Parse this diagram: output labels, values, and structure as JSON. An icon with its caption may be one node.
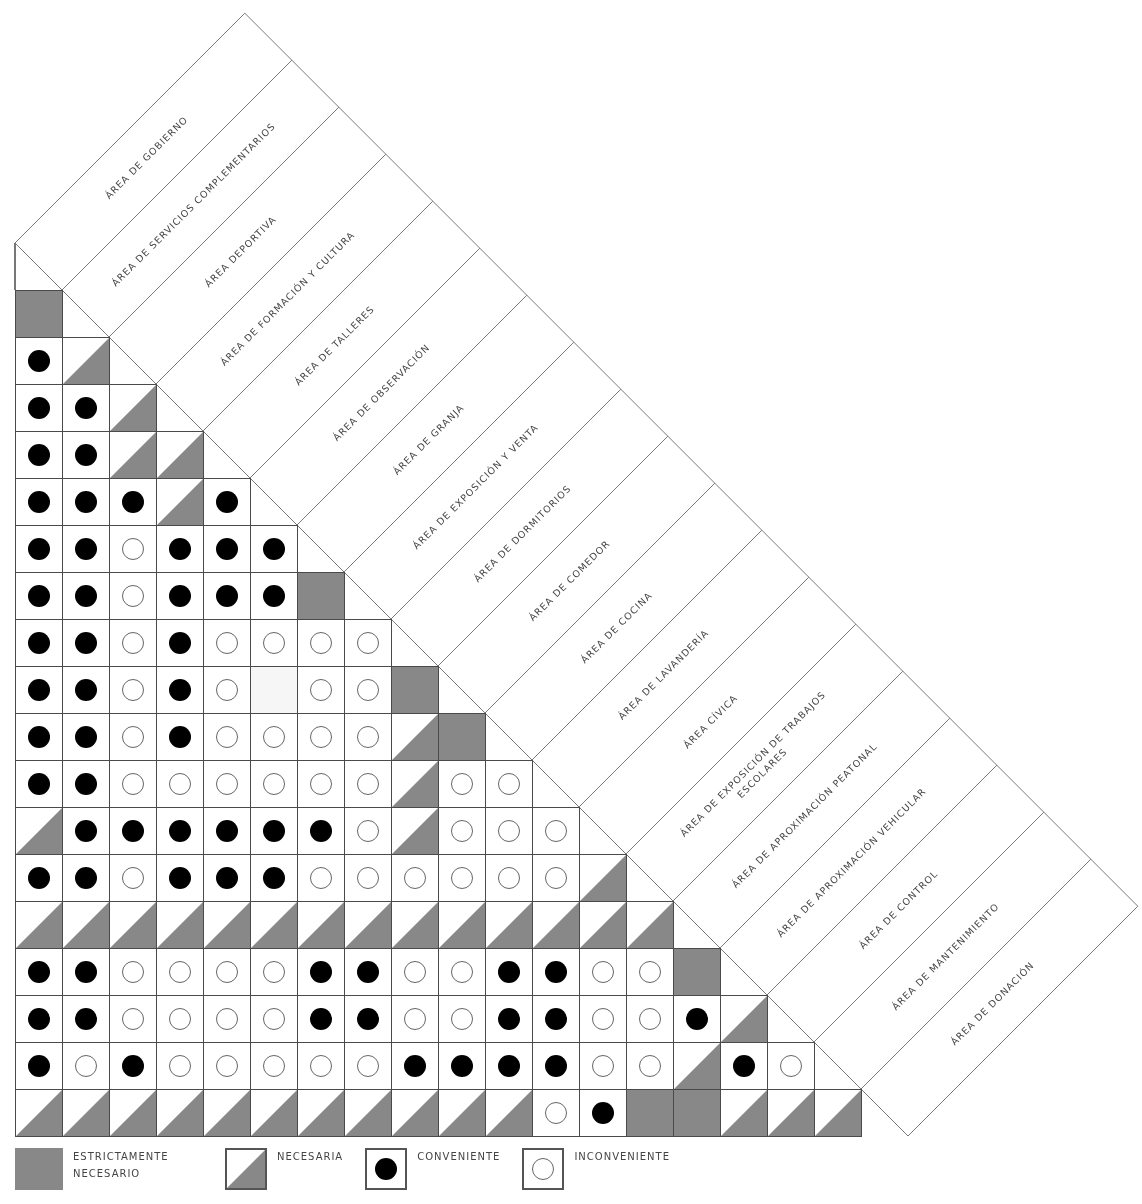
{
  "diagram": {
    "nodes": [
      {
        "text": [
          "ÁREA DE GOBIERNO"
        ]
      },
      {
        "text": [
          "ÁREA DE SERVICIOS COMPLEMENTARIOS"
        ]
      },
      {
        "text": [
          "ÁREA DEPORTIVA"
        ]
      },
      {
        "text": [
          "ÁREA DE FORMACIÓN Y CULTURA"
        ]
      },
      {
        "text": [
          "ÁREA DE TALLERES"
        ]
      },
      {
        "text": [
          "ÁREA DE OBSERVACIÓN"
        ]
      },
      {
        "text": [
          "ÁREA DE GRANJA"
        ]
      },
      {
        "text": [
          "ÁREA DE EXPOSICIÓN Y VENTA"
        ]
      },
      {
        "text": [
          "ÁREA DE DORMITORIOS"
        ]
      },
      {
        "text": [
          "ÁREA DE COMEDOR"
        ]
      },
      {
        "text": [
          "ÁREA DE COCINA"
        ]
      },
      {
        "text": [
          "ÁREA DE LAVANDERÍA"
        ]
      },
      {
        "text": [
          "ÁREA CÍVICA"
        ]
      },
      {
        "text": [
          "ÁREA DE EXPOSICIÓN DE TRABAJOS ESCOLARES"
        ]
      },
      {
        "text": [
          "ÁREA DE APROXIMACIÓN PEATONAL"
        ]
      },
      {
        "text": [
          "ÁREA DE APROXIMACIÓN VEHICULAR"
        ]
      },
      {
        "text": [
          "ÁREA DE CONTROL"
        ]
      },
      {
        "text": [
          "ÁREA DE MANTENIMIENTO"
        ]
      },
      {
        "text": [
          "ÁREA DE DONACIÓN"
        ]
      },
      {
        "text": [],
        "shape": "square"
      },
      {
        "text": [],
        "shape": "dot"
      },
      {
        "text": [],
        "shape": "triangle"
      },
      {
        "text": [],
        "shape": "dot"
      },
      {
        "text": [],
        "shape": "dot"
      },
      {
        "text": [],
        "shape": "triangle"
      },
      {
        "text": [],
        "shape": "dot"
      },
      {
        "text": [],
        "shape": "dot"
      },
      {
        "text": [],
        "shape": "triangle"
      },
      {
        "text": [],
        "shape": "triangle"
      },
      {
        "text": [],
        "shape": "dot"
      },
      {
        "text": [],
        "shape": "dot"
      },
      {
        "text": [],
        "shape": "dot"
      },
      {
        "text": [],
        "shape": "triangle"
      },
      {
        "text": [],
        "shape": "dot"
      },
      {
        "text": [],
        "shape": "dot"
      },
      {
        "text": [],
        "shape": "dot"
      },
      {
        "text": [],
        "shape": "circle"
      },
      {
        "text": [],
        "shape": "dot"
      },
      {
        "text": [],
        "shape": "dot"
      },
      {
        "text": [],
        "shape": "dot"
      },
      {
        "text": [],
        "shape": "dot"
      },
      {
        "text": [],
        "shape": "dot"
      },
      {
        "text": [],
        "shape": "circle"
      },
      {
        "text": [],
        "shape": "dot"
      },
      {
        "text": [],
        "shape": "dot"
      },
      {
        "text": [],
        "shape": "dot"
      },
      {
        "text": [],
        "shape": "square"
      },
      {
        "text": [],
        "shape": "dot"
      },
      {
        "text": [],
        "shape": "dot"
      },
      {
        "text": [],
        "shape": "circle"
      },
      {
        "text": [],
        "shape": "dot"
      },
      {
        "text": [],
        "shape": "circle"
      },
      {
        "text": [],
        "shape": "circle"
      },
      {
        "text": [],
        "shape": "circle"
      },
      {
        "text": [],
        "shape": "circle"
      },
      {
        "text": [],
        "shape": "dot"
      },
      {
        "text": [],
        "shape": "dot"
      },
      {
        "text": [],
        "shape": "circle"
      },
      {
        "text": [],
        "shape": "dot"
      },
      {
        "text": [],
        "shape": "circle"
      },
      {
        "text": [],
        "shape": "box"
      },
      {
        "text": [],
        "shape": "circle"
      },
      {
        "text": [],
        "shape": "circle"
      },
      {
        "text": [],
        "shape": "square"
      },
      {
        "text": [],
        "shape": "dot"
      },
      {
        "text": [],
        "shape": "dot"
      },
      {
        "text": [],
        "shape": "circle"
      },
      {
        "text": [],
        "shape": "dot"
      },
      {
        "text": [],
        "shape": "circle"
      },
      {
        "text": [],
        "shape": "circle"
      },
      {
        "text": [],
        "shape": "circle"
      },
      {
        "text": [],
        "shape": "circle"
      },
      {
        "text": [],
        "shape": "triangle"
      },
      {
        "text": [],
        "shape": "square"
      },
      {
        "text": [],
        "shape": "dot"
      },
      {
        "text": [],
        "shape": "dot"
      },
      {
        "text": [],
        "shape": "circle"
      },
      {
        "text": [],
        "shape": "circle"
      },
      {
        "text": [],
        "shape": "circle"
      },
      {
        "text": [],
        "shape": "circle"
      },
      {
        "text": [],
        "shape": "circle"
      },
      {
        "text": [],
        "shape": "circle"
      },
      {
        "text": [],
        "shape": "triangle"
      },
      {
        "text": [],
        "shape": "circle"
      },
      {
        "text": [],
        "shape": "circle"
      },
      {
        "text": [],
        "shape": "triangle"
      },
      {
        "text": [],
        "shape": "dot"
      },
      {
        "text": [],
        "shape": "dot"
      },
      {
        "text": [],
        "shape": "dot"
      },
      {
        "text": [],
        "shape": "dot"
      },
      {
        "text": [],
        "shape": "dot"
      },
      {
        "text": [],
        "shape": "dot"
      },
      {
        "text": [],
        "shape": "circle"
      },
      {
        "text": [],
        "shape": "triangle"
      },
      {
        "text": [],
        "shape": "circle"
      },
      {
        "text": [],
        "shape": "circle"
      },
      {
        "text": [],
        "shape": "circle"
      },
      {
        "text": [],
        "shape": "dot"
      },
      {
        "text": [],
        "shape": "dot"
      },
      {
        "text": [],
        "shape": "circle"
      },
      {
        "text": [],
        "shape": "dot"
      },
      {
        "text": [],
        "shape": "dot"
      },
      {
        "text": [],
        "shape": "dot"
      },
      {
        "text": [],
        "shape": "circle"
      },
      {
        "text": [],
        "shape": "circle"
      },
      {
        "text": [],
        "shape": "circle"
      },
      {
        "text": [],
        "shape": "circle"
      },
      {
        "text": [],
        "shape": "circle"
      },
      {
        "text": [],
        "shape": "circle"
      },
      {
        "text": [],
        "shape": "triangle"
      },
      {
        "text": [],
        "shape": "triangle"
      },
      {
        "text": [],
        "shape": "triangle"
      },
      {
        "text": [],
        "shape": "triangle"
      },
      {
        "text": [],
        "shape": "triangle"
      },
      {
        "text": [],
        "shape": "triangle"
      },
      {
        "text": [],
        "shape": "triangle"
      },
      {
        "text": [],
        "shape": "triangle"
      },
      {
        "text": [],
        "shape": "triangle"
      },
      {
        "text": [],
        "shape": "triangle"
      },
      {
        "text": [],
        "shape": "triangle"
      },
      {
        "text": [],
        "shape": "triangle"
      },
      {
        "text": [],
        "shape": "triangle"
      },
      {
        "text": [],
        "shape": "triangle"
      },
      {
        "text": [],
        "shape": "triangle"
      },
      {
        "text": [],
        "shape": "dot"
      },
      {
        "text": [],
        "shape": "dot"
      },
      {
        "text": [],
        "shape": "circle"
      },
      {
        "text": [],
        "shape": "circle"
      },
      {
        "text": [],
        "shape": "circle"
      },
      {
        "text": [],
        "shape": "circle"
      },
      {
        "text": [],
        "shape": "dot"
      },
      {
        "text": [],
        "shape": "dot"
      },
      {
        "text": [],
        "shape": "circle"
      },
      {
        "text": [],
        "shape": "circle"
      },
      {
        "text": [],
        "shape": "dot"
      },
      {
        "text": [],
        "shape": "dot"
      },
      {
        "text": [],
        "shape": "circle"
      },
      {
        "text": [],
        "shape": "circle"
      },
      {
        "text": [],
        "shape": "square"
      },
      {
        "text": [],
        "shape": "dot"
      },
      {
        "text": [],
        "shape": "dot"
      },
      {
        "text": [],
        "shape": "circle"
      },
      {
        "text": [],
        "shape": "circle"
      },
      {
        "text": [],
        "shape": "circle"
      },
      {
        "text": [],
        "shape": "circle"
      },
      {
        "text": [],
        "shape": "dot"
      },
      {
        "text": [],
        "shape": "dot"
      },
      {
        "text": [],
        "shape": "circle"
      },
      {
        "text": [],
        "shape": "circle"
      },
      {
        "text": [],
        "shape": "dot"
      },
      {
        "text": [],
        "shape": "dot"
      },
      {
        "text": [],
        "shape": "circle"
      },
      {
        "text": [],
        "shape": "circle"
      },
      {
        "text": [],
        "shape": "dot"
      },
      {
        "text": [],
        "shape": "triangle"
      },
      {
        "text": [],
        "shape": "dot"
      },
      {
        "text": [],
        "shape": "circle"
      },
      {
        "text": [],
        "shape": "dot"
      },
      {
        "text": [],
        "shape": "circle"
      },
      {
        "text": [],
        "shape": "circle"
      },
      {
        "text": [],
        "shape": "circle"
      },
      {
        "text": [],
        "shape": "circle"
      },
      {
        "text": [],
        "shape": "circle"
      },
      {
        "text": [],
        "shape": "dot"
      },
      {
        "text": [],
        "shape": "dot"
      },
      {
        "text": [],
        "shape": "dot"
      },
      {
        "text": [],
        "shape": "dot"
      },
      {
        "text": [],
        "shape": "circle"
      },
      {
        "text": [],
        "shape": "circle"
      },
      {
        "text": [],
        "shape": "triangle"
      },
      {
        "text": [],
        "shape": "dot"
      },
      {
        "text": [],
        "shape": "circle"
      },
      {
        "text": [],
        "shape": "triangle"
      },
      {
        "text": [],
        "shape": "triangle"
      },
      {
        "text": [],
        "shape": "triangle"
      },
      {
        "text": [],
        "shape": "triangle"
      },
      {
        "text": [],
        "shape": "triangle"
      },
      {
        "text": [],
        "shape": "triangle"
      },
      {
        "text": [],
        "shape": "triangle"
      },
      {
        "text": [],
        "shape": "triangle"
      },
      {
        "text": [],
        "shape": "triangle"
      },
      {
        "text": [],
        "shape": "triangle"
      },
      {
        "text": [],
        "shape": "triangle"
      },
      {
        "text": [],
        "shape": "circle"
      },
      {
        "text": [],
        "shape": "dot"
      },
      {
        "text": [],
        "shape": "square"
      },
      {
        "text": [],
        "shape": "square"
      },
      {
        "text": [],
        "shape": "triangle"
      },
      {
        "text": [],
        "shape": "triangle"
      },
      {
        "text": [],
        "shape": "triangle"
      }
    ],
    "legend": [
      {
        "text": "ESTRICTAMENTE NECESARIO",
        "color": "#888888"
      },
      {
        "text": "NECESARIA"
      },
      {
        "text": "CONVENIENTE"
      },
      {
        "text": "INCONVENIENTE"
      }
    ]
  }
}
